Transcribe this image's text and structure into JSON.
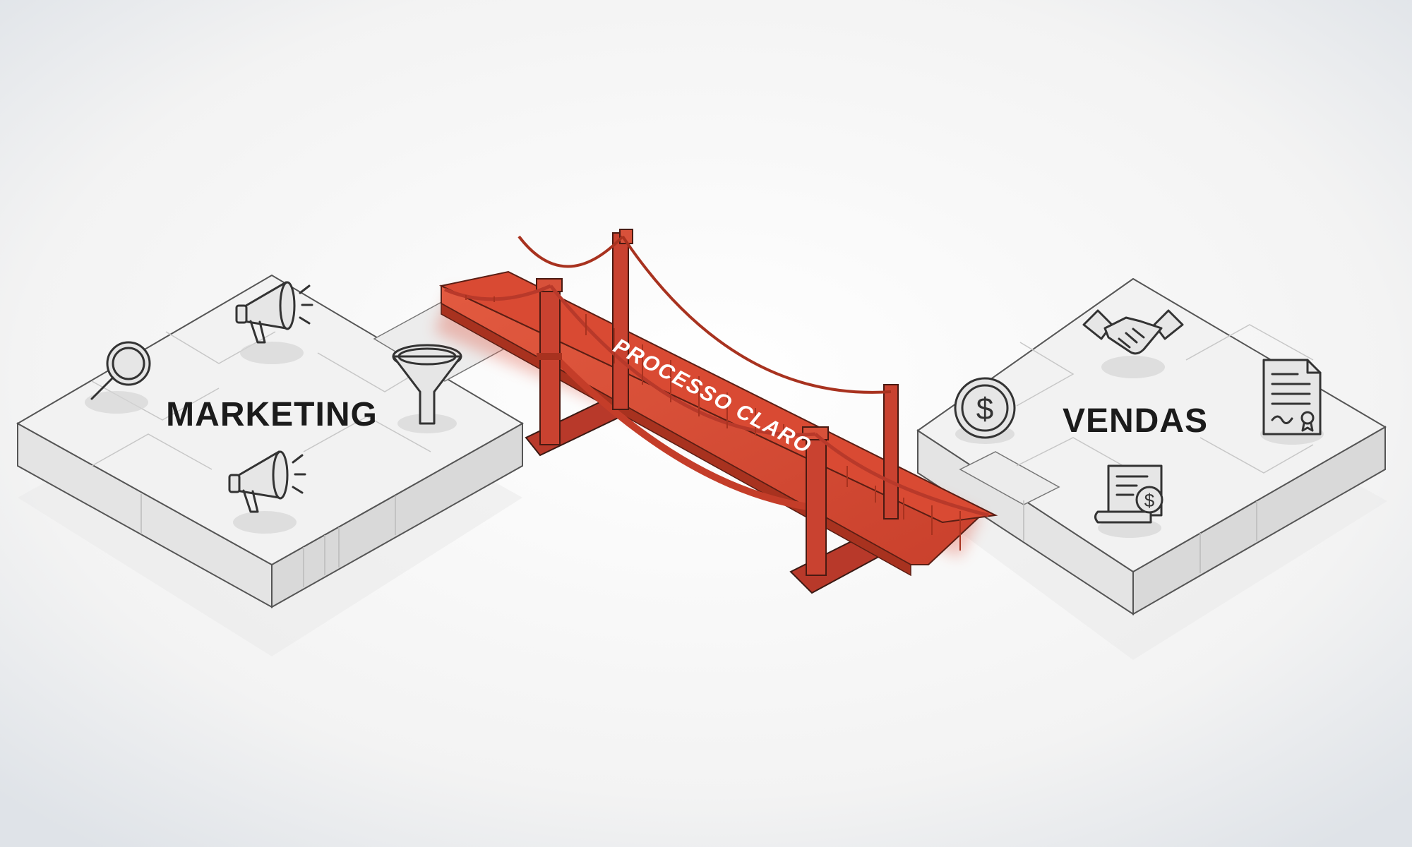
{
  "diagram": {
    "left_platform": {
      "label": "MARKETING",
      "icons": [
        "magnifier-icon",
        "megaphone-icon",
        "funnel-icon",
        "megaphone-icon"
      ]
    },
    "bridge": {
      "label": "PROCESSO CLARO"
    },
    "right_platform": {
      "label": "VENDAS",
      "icons": [
        "handshake-icon",
        "dollar-coin-icon",
        "contract-icon",
        "invoice-icon"
      ]
    }
  },
  "colors": {
    "bridge": "#d84a33",
    "bridge_dark": "#a83222",
    "platform_top": "#f1f1f1",
    "platform_side": "#e2e2e2",
    "stroke": "#333333",
    "background": "#f7f7f7"
  }
}
